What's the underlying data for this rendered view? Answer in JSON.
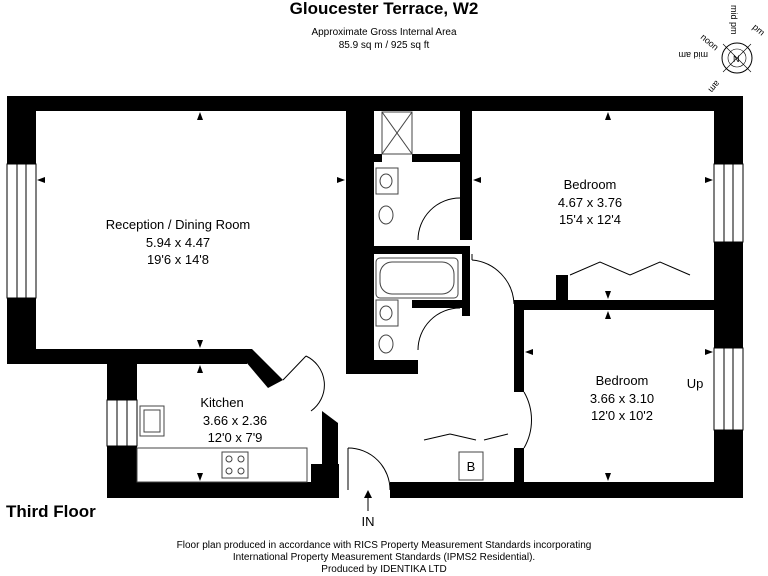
{
  "header": {
    "title": "Gloucester Terrace, W2",
    "area_label": "Approximate Gross Internal Area",
    "area_value": "85.9 sq m / 925 sq ft"
  },
  "compass": {
    "labels": [
      "noon",
      "mid pm",
      "pm",
      "mid am",
      "am"
    ],
    "north": "N"
  },
  "rooms": [
    {
      "name": "Reception / Dining Room",
      "metric": "5.94 x 4.47",
      "imperial": "19'6 x 14'8"
    },
    {
      "name": "Bedroom",
      "metric": "4.67 x 3.76",
      "imperial": "15'4 x 12'4"
    },
    {
      "name": "Kitchen",
      "metric": "3.66 x 2.36",
      "imperial": "12'0 x 7'9"
    },
    {
      "name": "Bedroom",
      "metric": "3.66 x 3.10",
      "imperial": "12'0 x 10'2"
    }
  ],
  "labels": {
    "up": "Up",
    "in": "IN",
    "boiler": "B"
  },
  "floor_label": "Third Floor",
  "footer": {
    "line1": "Floor plan produced in accordance with RICS Property Measurement Standards incorporating",
    "line2": "International Property Measurement Standards (IPMS2 Residential).",
    "line3": "Produced by IDENTIKA LTD"
  }
}
